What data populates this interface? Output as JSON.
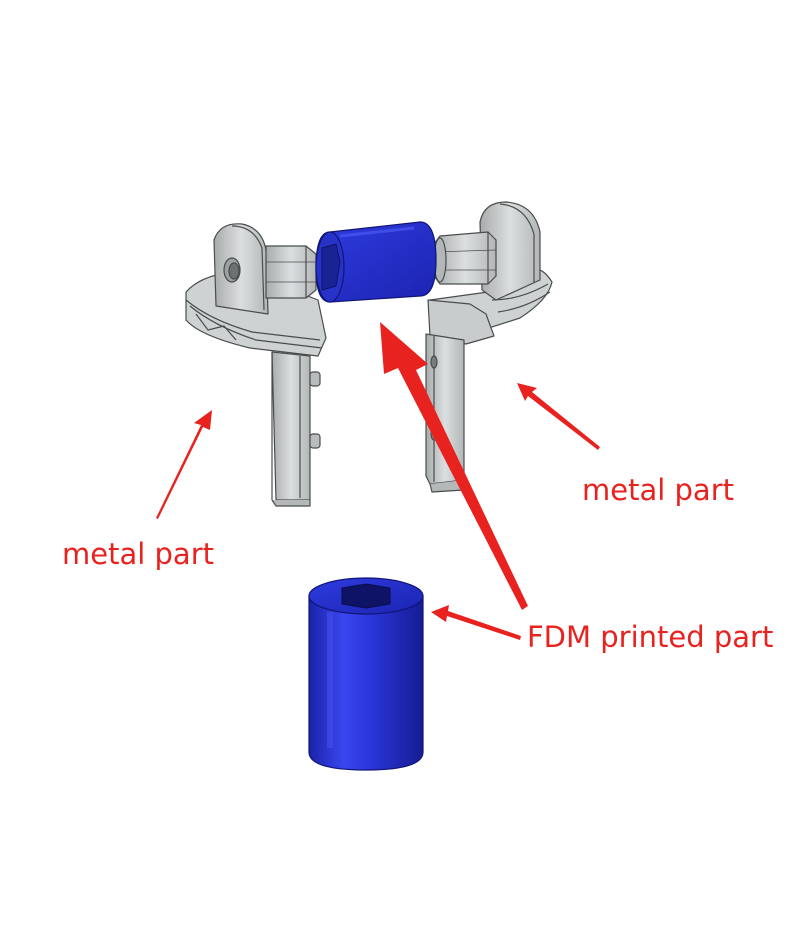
{
  "labels": {
    "metal_left": "metal part",
    "metal_right": "metal part",
    "fdm": "FDM printed part"
  },
  "colors": {
    "annotation": "#e8231f",
    "fdm_part": "#2233dd",
    "metal": "#c9cccc",
    "outline": "#4a4d4d"
  }
}
